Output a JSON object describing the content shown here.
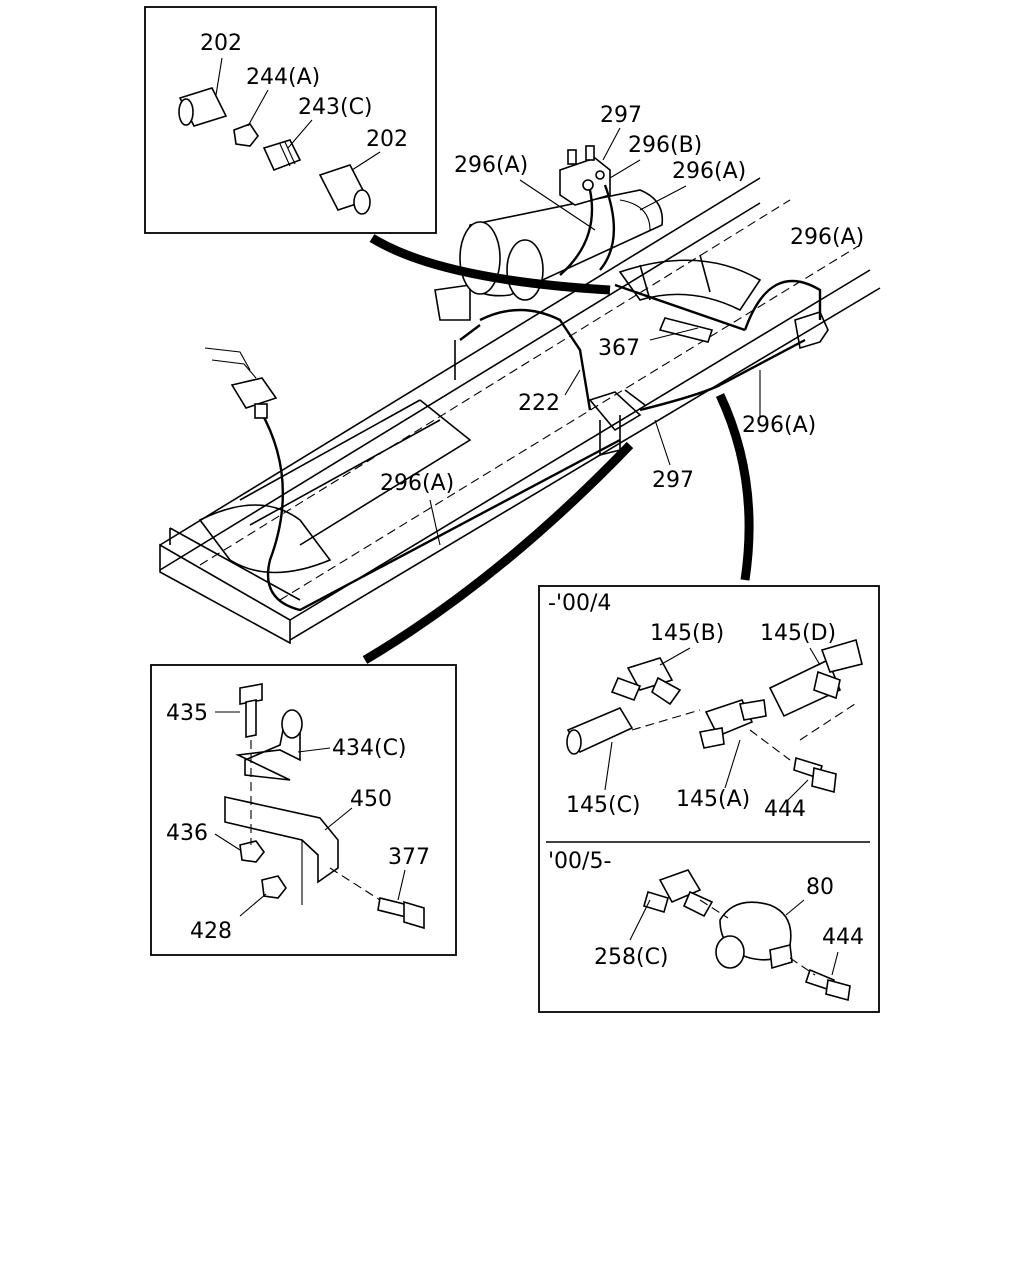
{
  "labels": {
    "detail_ul": [
      "202",
      "244(A)",
      "243(C)",
      "202"
    ],
    "main": [
      "297",
      "296(B)",
      "296(A)",
      "296(A)",
      "296(A)",
      "367",
      "222",
      "296(A)",
      "297",
      "296(A)"
    ],
    "detail_ll": [
      "435",
      "434(C)",
      "450",
      "436",
      "377",
      "428"
    ],
    "detail_r_top": [
      "145(B)",
      "145(D)",
      "145(C)",
      "145(A)",
      "444"
    ],
    "detail_r_bottom": [
      "80",
      "444",
      "258(C)"
    ]
  },
  "period_labels": {
    "upto": "-'00/4",
    "from": "'00/5-"
  }
}
